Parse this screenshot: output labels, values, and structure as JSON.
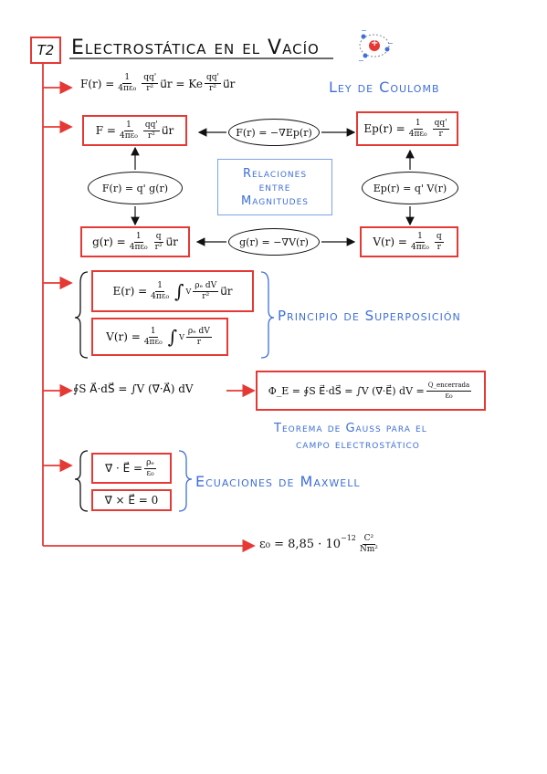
{
  "header": {
    "topic_number": "T2",
    "title": "Electrostática en el Vacío",
    "atom_plus": "+",
    "atom_minus_1": "−",
    "atom_minus_2": "−",
    "atom_minus_3": "−"
  },
  "coulomb": {
    "lhs": "F(r) =",
    "frac1_num": "1",
    "frac1_den": "4πε₀",
    "frac2_num": "qq'",
    "frac2_den": "r²",
    "ur": "u⃗r",
    "eq_ke": "= Ke",
    "frac3_num": "qq'",
    "frac3_den": "r²",
    "label": "Ley de Coulomb"
  },
  "relations": {
    "force_box": {
      "lhs": "F =",
      "f1n": "1",
      "f1d": "4πε₀",
      "f2n": "qq'",
      "f2d": "r²",
      "tail": "u⃗r"
    },
    "force_grad_oval": "F(r) = −∇Ep(r)",
    "energy_box": {
      "lhs": "Ep(r) =",
      "f1n": "1",
      "f1d": "4πε₀",
      "f2n": "qq'",
      "f2d": "r"
    },
    "center_label": [
      "Relaciones",
      "entre",
      "Magnitudes"
    ],
    "force_field_oval": "F(r) = q' g(r)",
    "energy_potential_oval": "Ep(r) = q' V(r)",
    "field_box": {
      "lhs": "g(r) =",
      "f1n": "1",
      "f1d": "4πε₀",
      "f2n": "q",
      "f2d": "r²",
      "tail": "u⃗r"
    },
    "field_grad_oval": "g(r) = −∇V(r)",
    "potential_box": {
      "lhs": "V(r) =",
      "f1n": "1",
      "f1d": "4πε₀",
      "f2n": "q",
      "f2d": "r"
    }
  },
  "superposition": {
    "e_box": {
      "lhs": "E(r) =",
      "f1n": "1",
      "f1d": "4πε₀",
      "int": "∫",
      "sub": "V",
      "f2n": "ρₑ dV",
      "f2d": "r²",
      "tail": "u⃗r"
    },
    "v_box": {
      "lhs": "V(r) =",
      "f1n": "1",
      "f1d": "4πε₀",
      "int": "∫",
      "sub": "V",
      "f2n": "ρₑ dV",
      "f2d": "r"
    },
    "label": "Principio de Superposición"
  },
  "gauss": {
    "divergence": "∮S A⃗·dS⃗ = ∫V (∇⃗·A⃗) dV",
    "box_lhs": "Φ_E =",
    "box_mid": "∮S E⃗·dS⃗ = ∫V (∇⃗·E⃗) dV =",
    "frac_num": "Q_encerrada",
    "frac_den": "ε₀",
    "label_line1": "Teorema de Gauss para el",
    "label_line2": "campo electrostático"
  },
  "maxwell": {
    "eq1_lhs": "∇⃗ · E⃗ =",
    "eq1_num": "ρₑ",
    "eq1_den": "ε₀",
    "eq2": "∇⃗ × E⃗ = 0",
    "label": "Ecuaciones de Maxwell"
  },
  "permittivity": {
    "lhs": "ε₀ = 8,85 · 10",
    "exp": "−12",
    "num": "C²",
    "den": "Nm²"
  },
  "colors": {
    "accent_red": "#e53935",
    "blue": "#3f6fd8",
    "ink": "#111111"
  }
}
